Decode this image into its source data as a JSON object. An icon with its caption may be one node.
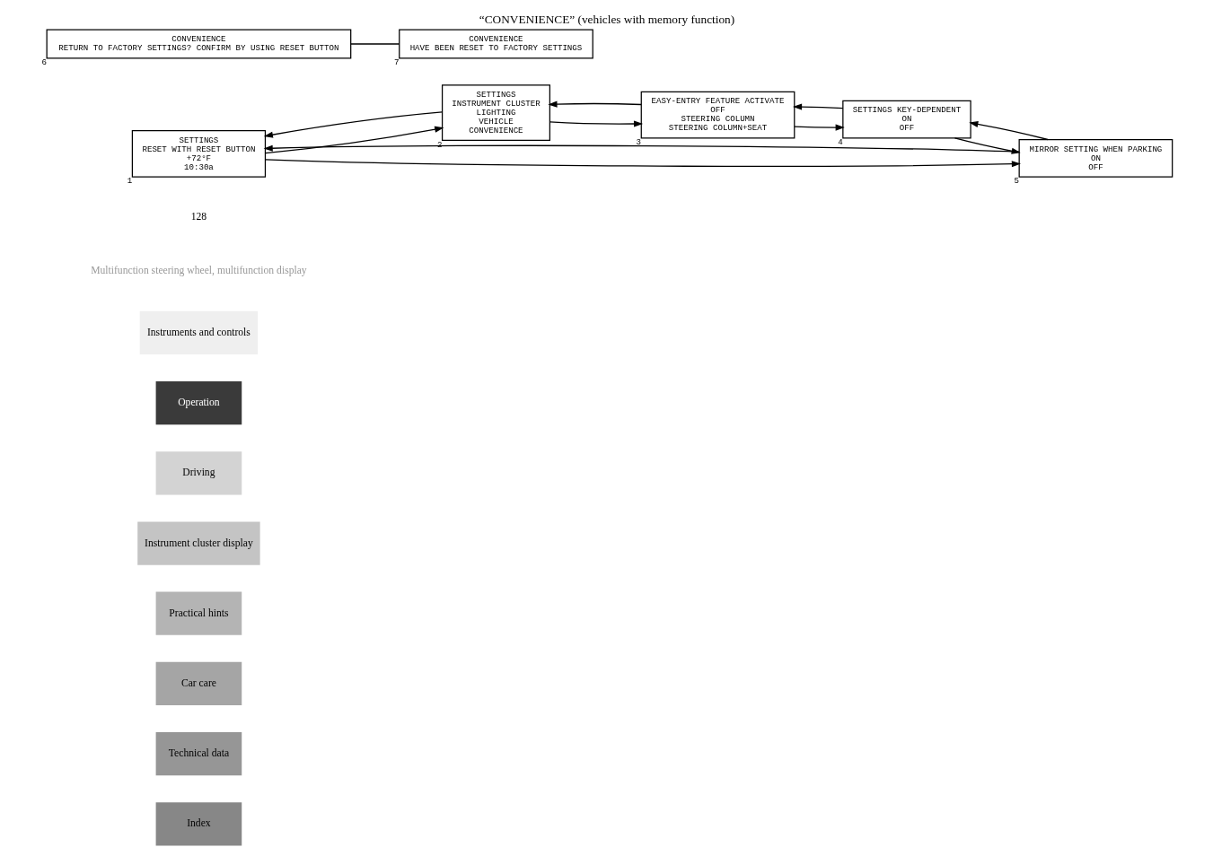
{
  "diagram": {
    "title": "“CONVENIENCE” (vehicles with memory function)",
    "nodes": [
      {
        "text": [
          "SETTINGS",
          "RESET WITH RESET BUTTON",
          "+72°F",
          "10:30a"
        ],
        "beside": [
          "1"
        ]
      },
      {
        "text": [
          "SETTINGS",
          "INSTRUMENT CLUSTER",
          "LIGHTING",
          "VEHICLE",
          "CONVENIENCE"
        ],
        "beside": [
          "2"
        ]
      },
      {
        "text": [
          "EASY-ENTRY FEATURE ACTIVATE",
          "OFF",
          "STEERING COLUMN",
          "STEERING COLUMN+SEAT"
        ],
        "beside": [
          "3"
        ]
      },
      {
        "text": [
          "SETTINGS KEY-DEPENDENT",
          "ON",
          "OFF"
        ],
        "beside": [
          "4"
        ]
      },
      {
        "text": [
          "MIRROR SETTING WHEN PARKING",
          "ON",
          "OFF"
        ],
        "beside": [
          "5"
        ]
      },
      {
        "text": [
          "CONVENIENCE",
          "RETURN TO FACTORY SETTINGS? CONFIRM BY USING RESET BUTTON"
        ],
        "beside": [
          "6"
        ]
      },
      {
        "text": [
          "CONVENIENCE",
          "HAVE BEEN RESET TO FACTORY SETTINGS"
        ],
        "beside": [
          "7"
        ]
      }
    ],
    "edges": [
      {
        "from": 0,
        "to": 1,
        "arrow": "to"
      },
      {
        "from": 1,
        "to": 0,
        "arrow": "to"
      },
      {
        "from": 1,
        "to": 2,
        "arrow": "to"
      },
      {
        "from": 2,
        "to": 1,
        "arrow": "to"
      },
      {
        "from": 2,
        "to": 3,
        "arrow": "to"
      },
      {
        "from": 3,
        "to": 2,
        "arrow": "to"
      },
      {
        "from": 3,
        "to": 4,
        "arrow": "to"
      },
      {
        "from": 4,
        "to": 3,
        "arrow": "to"
      },
      {
        "from": 4,
        "to": 0,
        "arrow": "to"
      },
      {
        "from": 0,
        "to": 4,
        "arrow": "to"
      },
      {
        "from": 5,
        "to": 6,
        "arrow": "none"
      }
    ],
    "labels": [
      "Instruments and controls",
      "Operation",
      "Driving",
      "Instrument cluster display",
      "Practical hints",
      "Car care",
      "Technical data",
      "Index",
      "Multifunction steering wheel, multifunction display",
      "128"
    ]
  }
}
